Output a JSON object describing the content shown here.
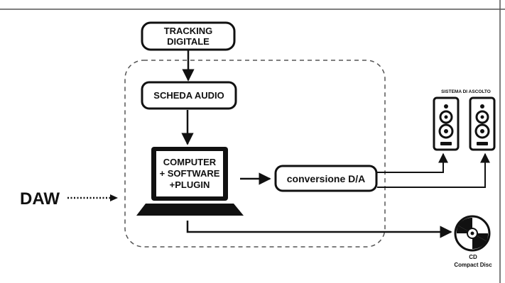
{
  "diagram": {
    "tracking_line1": "TRACKING",
    "tracking_line2": "DIGITALE",
    "scheda_audio": "SCHEDA AUDIO",
    "computer_line1": "COMPUTER",
    "computer_line2": "+ SOFTWARE",
    "computer_line3": "+PLUGIN",
    "conversione": "conversione D/A",
    "daw": "DAW",
    "sistema_ascolto": "SISTEMA DI ASCOLTO",
    "cd_line1": "CD",
    "cd_line2": "Compact Disc"
  },
  "icons": {
    "speakers": "speaker-icon",
    "laptop": "laptop-icon",
    "cd": "cd-icon"
  },
  "colors": {
    "ink": "#111111",
    "frame": "#555555",
    "dashed": "#555555",
    "background": "#ffffff"
  }
}
